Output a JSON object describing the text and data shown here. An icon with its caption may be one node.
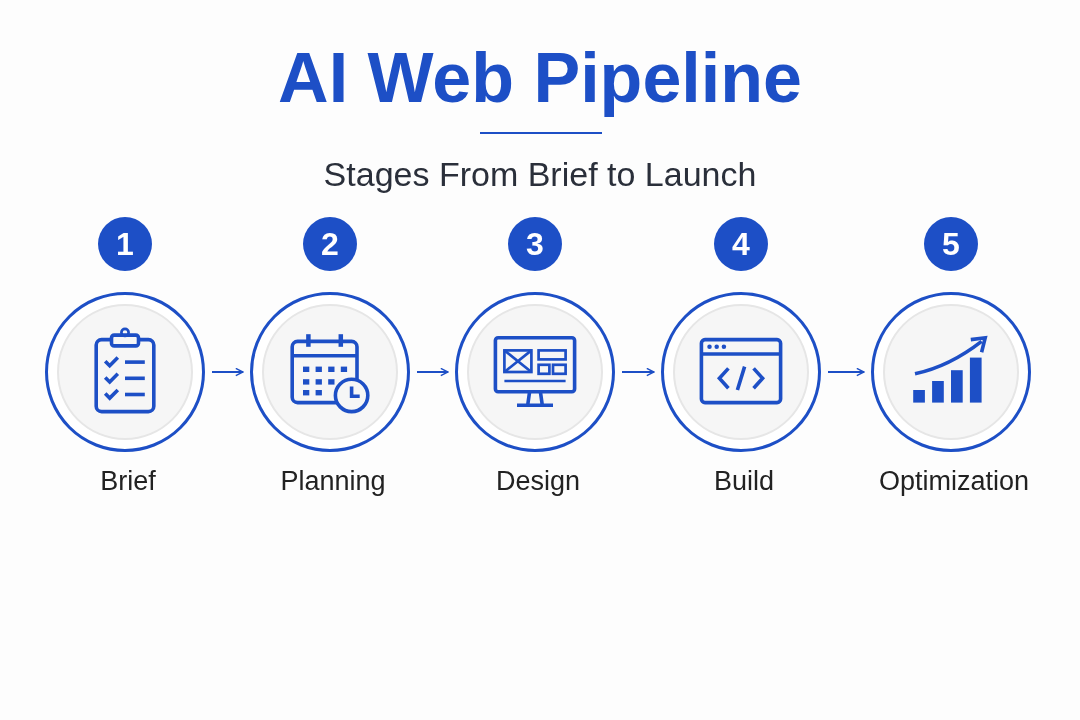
{
  "diagram": {
    "title": "AI Web Pipeline",
    "nodes": [
      {
        "text": [
          "Brief"
        ],
        "beside": [
          "1"
        ]
      },
      {
        "text": [
          "Planning"
        ],
        "beside": [
          "2"
        ]
      },
      {
        "text": [
          "Design"
        ],
        "beside": [
          "3"
        ]
      },
      {
        "text": [
          "Build"
        ],
        "beside": [
          "4"
        ]
      },
      {
        "text": [
          "Optimization"
        ],
        "beside": [
          "5"
        ]
      }
    ],
    "edges": [
      {
        "from": 0,
        "to": 1,
        "arrow": "to"
      },
      {
        "from": 1,
        "to": 2,
        "arrow": "to"
      },
      {
        "from": 2,
        "to": 3,
        "arrow": "to"
      },
      {
        "from": 3,
        "to": 4,
        "arrow": "to"
      }
    ],
    "labels": [
      "Stages From Brief to Launch"
    ]
  }
}
